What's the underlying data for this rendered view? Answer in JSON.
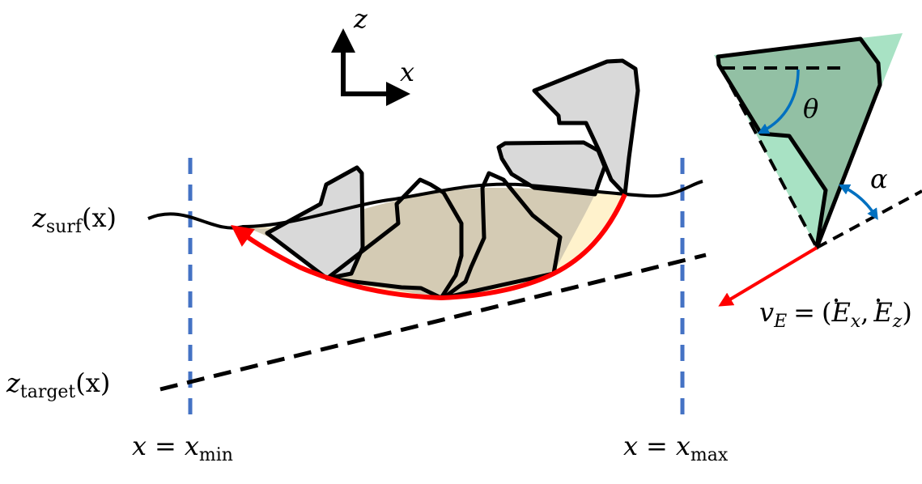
{
  "axes_labels": {
    "z": "z",
    "x": "x"
  },
  "labels": {
    "z_surf": {
      "var": "z",
      "sub": "surf",
      "arg": "(x)"
    },
    "z_target": {
      "var": "z",
      "sub": "target",
      "arg": "(x)"
    },
    "x_min": {
      "lhs": "x",
      "eq": "=",
      "var": "x",
      "sub": "min"
    },
    "x_max": {
      "lhs": "x",
      "eq": "=",
      "var": "x",
      "sub": "max"
    },
    "theta": "θ",
    "alpha": "α",
    "velocity": {
      "var": "v",
      "sub": "E",
      "eq": "=",
      "open": "(",
      "ex": "E",
      "ex_sub": "x",
      "comma": ",",
      "ez": "E",
      "ez_sub": "z",
      "close": ")"
    }
  },
  "colors": {
    "trajectory": "#ff0000",
    "boundary": "#4472c4",
    "angle_arrow": "#0070c0",
    "bucket_fill": "#92c0a4",
    "bucket_cone": "#a8e2c4",
    "swept_region": "#fff2cc",
    "removed_soil": "#d4cbb4",
    "bucket_snapshot": "#d9d9d9"
  }
}
